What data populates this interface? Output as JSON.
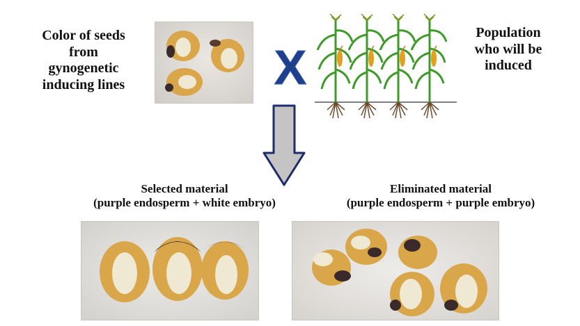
{
  "labels": {
    "seeds_color": [
      "Color of seeds",
      "from",
      "gynogenetic",
      "inducing  lines"
    ],
    "population": [
      "Population",
      "who will be",
      "induced"
    ],
    "selected": [
      "Selected material",
      "(purple endosperm + white embryo)"
    ],
    "eliminated": [
      "Eliminated material",
      "(purple endosperm + purple embryo)"
    ]
  },
  "symbols": {
    "cross": "X"
  },
  "colors": {
    "cross_fill": "#1f3f8a",
    "arrow_fill": "#c4c4c4",
    "arrow_stroke": "#1d2c6b",
    "kernel": "#d9a64a",
    "kernel_purple": "#3a2a2a",
    "embryo_white": "#efe8d2",
    "stalk": "#3f9a2a",
    "root": "#6b4a2a"
  }
}
